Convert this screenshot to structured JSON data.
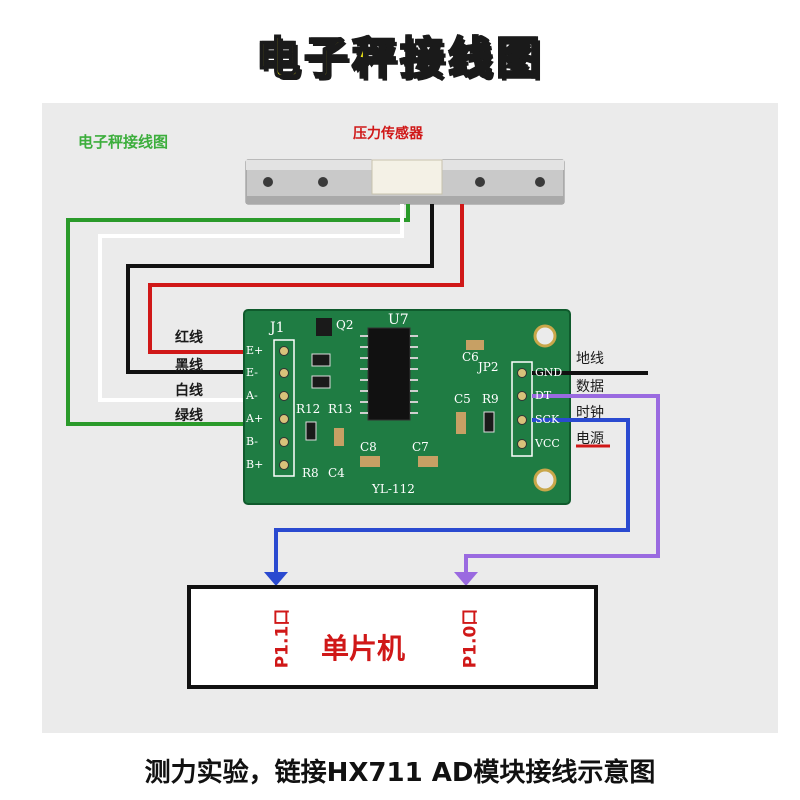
{
  "banner_title": "电子秤接线图",
  "panel_title": "电子秤接线图",
  "sensor": {
    "label": "压力传感器"
  },
  "wire_labels": {
    "red": "红线",
    "black": "黑线",
    "white": "白线",
    "green": "绿线"
  },
  "board": {
    "model": "YL-112",
    "chip": "U7",
    "connector_j1": "J1",
    "connector_jp2": "JP2",
    "j1_pins": [
      "E+",
      "E-",
      "A-",
      "A+",
      "B-",
      "B+"
    ],
    "jp2_pins": [
      "GND",
      "DT",
      "SCK",
      "VCC"
    ],
    "parts": [
      "Q2",
      "C6",
      "R12",
      "R13",
      "C5",
      "R9",
      "C8",
      "C7",
      "R8",
      "C4"
    ]
  },
  "signal_labels": {
    "ground": "地线",
    "data": "数据",
    "clock": "时钟",
    "power": "电源"
  },
  "mcu": {
    "label": "单片机",
    "port_clock": "P1.1口",
    "port_data": "P1.0口"
  },
  "caption": "测力实验，链接HX711 AD模块接线示意图",
  "colors": {
    "banner_fill": "#f4ec16",
    "label_red": "#d01818",
    "panel_title_green": "#3cae3c",
    "pcb_green": "#1f7c43",
    "wire_green": "#2a9a2a",
    "wire_red": "#d01818",
    "wire_blue": "#2a4ad0",
    "wire_purple": "#9a6ae0"
  }
}
